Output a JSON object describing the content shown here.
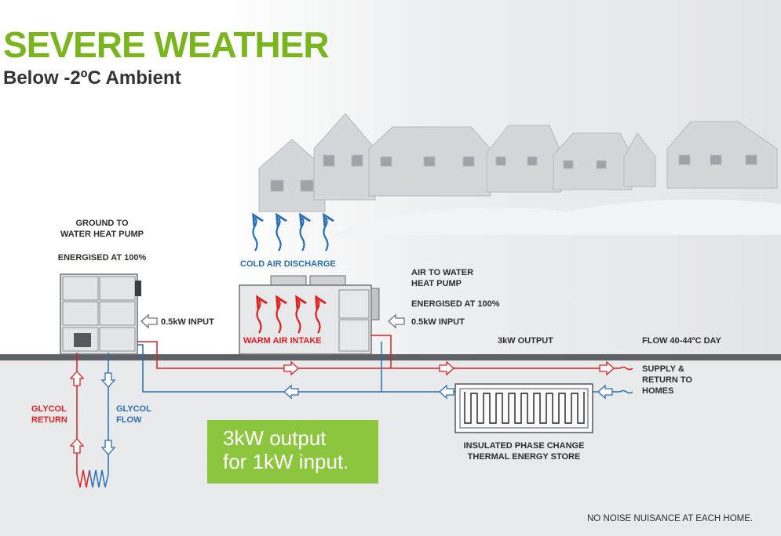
{
  "title": "SEVERE WEATHER",
  "subtitle": "Below -2ºC Ambient",
  "ground_pump": {
    "name_line1": "GROUND TO",
    "name_line2": "WATER HEAT PUMP",
    "status": "ENERGISED AT 100%",
    "input": "0.5kW INPUT"
  },
  "air_pump": {
    "name_line1": "AIR TO WATER",
    "name_line2": "HEAT PUMP",
    "status": "ENERGISED AT 100%",
    "input": "0.5kW INPUT",
    "discharge_label": "COLD AIR DISCHARGE",
    "intake_label": "WARM AIR INTAKE"
  },
  "output_label": "3kW OUTPUT",
  "flow_label": "FLOW 40-44ºC DAY",
  "supply_line1": "SUPPLY &",
  "supply_line2": "RETURN TO",
  "supply_line3": "HOMES",
  "glycol_return_line1": "GLYCOL",
  "glycol_return_line2": "RETURN",
  "glycol_flow_line1": "GLYCOL",
  "glycol_flow_line2": "FLOW",
  "callout_line1": "3kW output",
  "callout_line2": "for 1kW input.",
  "store_line1": "INSULATED PHASE CHANGE",
  "store_line2": "THERMAL ENERGY STORE",
  "footer": "NO NOISE NUISANCE AT EACH HOME.",
  "colors": {
    "brand_green": "#7ab51d",
    "hot": "#e02020",
    "cold": "#2a6fb4",
    "ground_line": "#5e6166"
  },
  "icons": [
    "house-icon",
    "heat-pump-icon",
    "hollow-arrow-icon",
    "wavy-arrow-icon",
    "coil-icon"
  ]
}
